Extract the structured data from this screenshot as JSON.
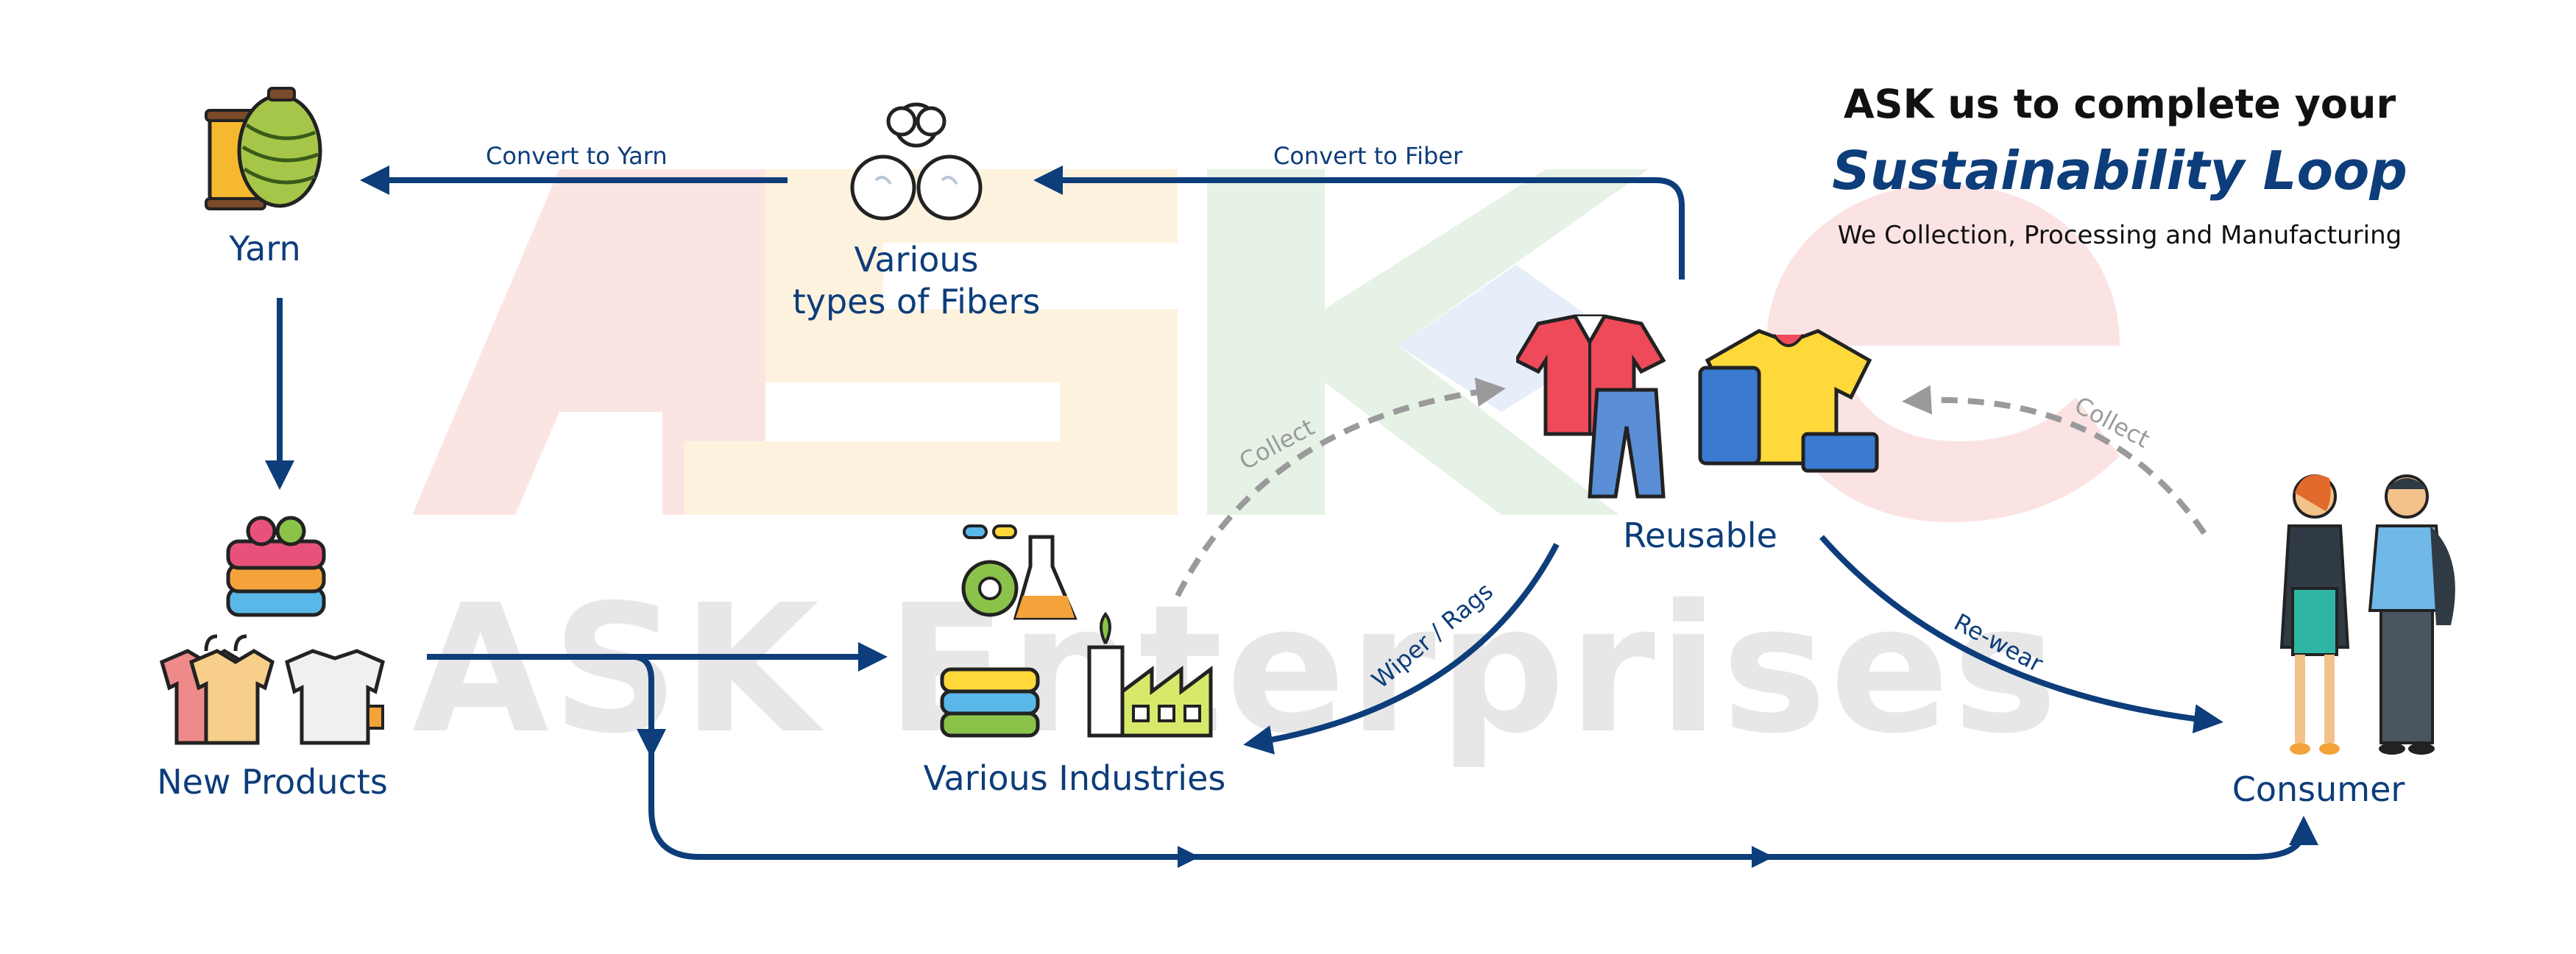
{
  "header": {
    "line1": "ASK us to complete your",
    "line2": "Sustainability Loop",
    "line3": "We Collection,  Processing and Manufacturing"
  },
  "watermark": {
    "logo_letters": "ASKe",
    "company": "ASK Enterprises"
  },
  "nodes": {
    "yarn": "Yarn",
    "fibers_line1": "Various",
    "fibers_line2": "types of Fibers",
    "reusable": "Reusable",
    "new_products": "New Products",
    "industries": "Various Industries",
    "consumer": "Consumer"
  },
  "edges": {
    "convert_to_yarn": "Convert to Yarn",
    "convert_to_fiber": "Convert to Fiber",
    "collect_left": "Collect",
    "collect_right": "Collect",
    "wiper_rags": "Wiper / Rags",
    "rewear": "Re-wear"
  },
  "colors": {
    "navy": "#0d3d7a",
    "grey_arrow": "#9a9a9a",
    "logo_red": "#fbe3e3",
    "logo_yellow": "#fdf1dc",
    "logo_green": "#e3f1e3",
    "logo_blue": "#e3ecf8"
  },
  "icons": [
    "yarn-spools-icon",
    "cotton-fiber-icon",
    "shirt-jeans-icon",
    "tshirt-jeans-icon",
    "folded-clothes-icon",
    "hanging-shirts-icon",
    "chemistry-recycle-icon",
    "folded-towels-icon",
    "factory-icon",
    "couple-consumer-icon"
  ]
}
